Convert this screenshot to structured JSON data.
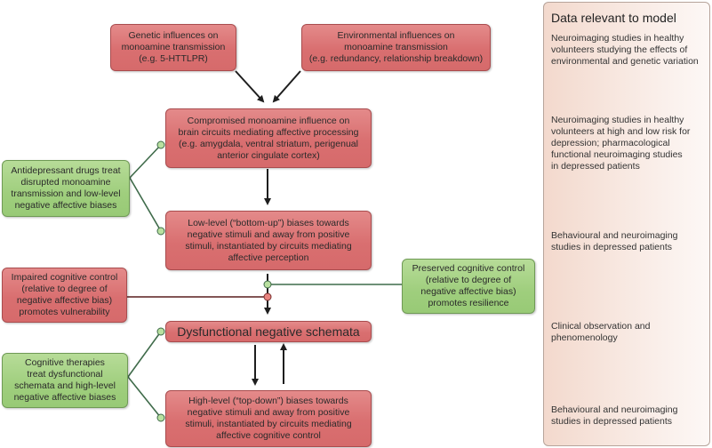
{
  "diagram": {
    "causal_boxes": {
      "genetic": "Genetic influences on\nmonoamine transmission\n(e.g. 5-HTTLPR)",
      "environmental": "Environmental influences on\nmonoamine transmission\n(e.g. redundancy, relationship breakdown)",
      "compromised_monoamine": "Compromised monoamine influence on\nbrain circuits mediating affective processing\n(e.g. amygdala, ventral striatum, perigenual\nanterior cingulate cortex)",
      "low_level_biases": "Low-level (“bottom-up”) biases towards\nnegative stimuli and away from positive\nstimuli, instantiated by circuits mediating\naffective perception",
      "impaired_control": "Impaired cognitive control\n(relative to degree of\nnegative affective bias)\npromotes vulnerability",
      "dysfunctional_schemata": "Dysfunctional negative schemata",
      "high_level_biases": "High-level (“top-down”) biases towards\nnegative stimuli and away from positive\nstimuli, instantiated by circuits mediating\naffective cognitive control"
    },
    "protective_boxes": {
      "antidepressants": "Antidepressant drugs treat\ndisrupted monoamine\ntransmission and low-level\nnegative affective biases",
      "preserved_control": "Preserved cognitive control\n(relative to degree of\nnegative affective bias)\npromotes resilience",
      "cognitive_therapies": "Cognitive therapies\ntreat dysfunctional\nschemata and high-level\nnegative affective biases"
    },
    "colors": {
      "risk_box": "#d96f70",
      "treatment_box": "#9fce7d",
      "arrow": "#1e1e1e",
      "green_link": "#3f6b4a",
      "red_link": "#5a1f1f"
    }
  },
  "data_panel": {
    "title": "Data relevant to model",
    "entries": [
      "Neuroimaging studies in healthy\nvolunteers studying the effects of\nenvironmental and genetic variation",
      "Neuroimaging studies in healthy\nvolunteers at high and low risk for\ndepression; pharmacological\nfunctional neuroimaging studies\nin depressed patients",
      "Behavioural and neuroimaging\nstudies in depressed patients",
      "Clinical observation and\nphenomenology",
      "Behavioural and neuroimaging\nstudies in depressed patients"
    ]
  }
}
